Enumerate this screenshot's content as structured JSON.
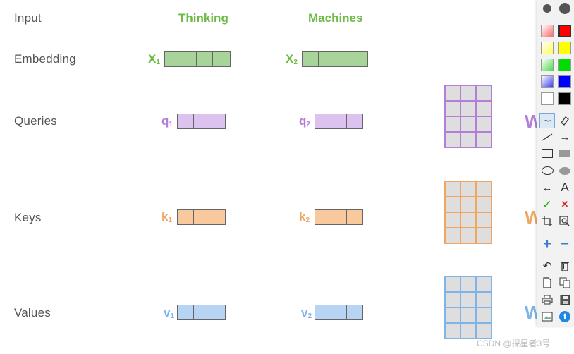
{
  "rows": {
    "input": "Input",
    "embedding": "Embedding",
    "queries": "Queries",
    "keys": "Keys",
    "values": "Values"
  },
  "words": [
    "Thinking",
    "Machines"
  ],
  "symbols": {
    "x1": {
      "base": "X",
      "sub": "1"
    },
    "x2": {
      "base": "X",
      "sub": "2"
    },
    "q1": {
      "base": "q",
      "sub": "1"
    },
    "q2": {
      "base": "q",
      "sub": "2"
    },
    "k1": {
      "base": "k",
      "sub": "1"
    },
    "k2": {
      "base": "k",
      "sub": "2"
    },
    "v1": {
      "base": "v",
      "sub": "1"
    },
    "v2": {
      "base": "v",
      "sub": "2"
    }
  },
  "weights": {
    "wq": "W",
    "wk": "W",
    "wv": "W"
  },
  "colors": {
    "green": "#6dbb46",
    "green_fill": "#a8d49a",
    "purple": "#b37ed8",
    "purple_fill": "#dcc3ef",
    "orange": "#f0a561",
    "orange_fill": "#f7c99d",
    "blue": "#7eb4e8",
    "blue_fill": "#b7d5f3"
  },
  "toolbar": {
    "text_tool": "A",
    "icons": [
      "dot-small-icon",
      "dot-large-icon",
      "red-gradient-icon",
      "red-icon",
      "yellow-gradient-icon",
      "yellow-icon",
      "green-gradient-icon",
      "green-icon",
      "blue-gradient-icon",
      "blue-icon",
      "white-icon",
      "black-icon",
      "freehand-icon",
      "eraser-icon",
      "line-icon",
      "arrow-icon",
      "rect-outline-icon",
      "rect-filled-icon",
      "ellipse-outline-icon",
      "ellipse-filled-icon",
      "double-arrow-icon",
      "text-icon",
      "check-icon",
      "cross-icon",
      "crop-icon",
      "zoom-icon",
      "plus-icon",
      "minus-icon",
      "undo-icon",
      "trash-icon",
      "new-page-icon",
      "copy-icon",
      "print-icon",
      "save-icon",
      "image-icon",
      "info-icon"
    ]
  },
  "watermark": "CSDN @探星者3号"
}
